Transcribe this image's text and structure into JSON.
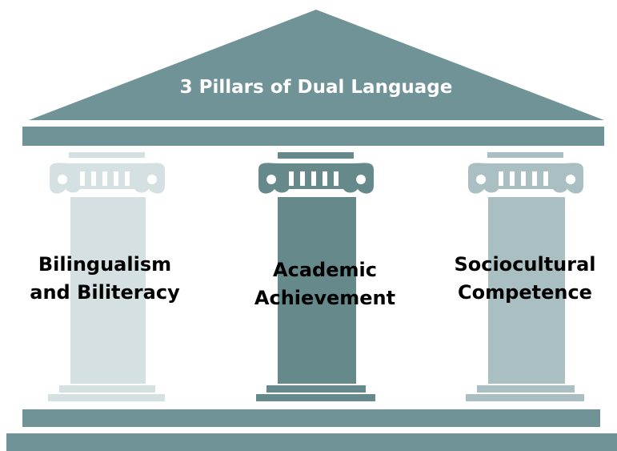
{
  "title": "3 Pillars of Dual Language",
  "pillars": [
    {
      "line1": "Bilingualism",
      "line2": "and Biliteracy",
      "shade": "light"
    },
    {
      "line1": "Academic",
      "line2": "Achievement",
      "shade": "dark"
    },
    {
      "line1": "Sociocultural",
      "line2": "Competence",
      "shade": "medium"
    }
  ],
  "colors": {
    "roof": "#6f9396",
    "beam": "#6f9396",
    "base": "#6f9396",
    "pillar_light": "#d4e0e1",
    "pillar_dark": "#66898c",
    "pillar_medium": "#a9bfc1",
    "text_on_roof": "#ffffff",
    "pillar_text": "#000000"
  }
}
